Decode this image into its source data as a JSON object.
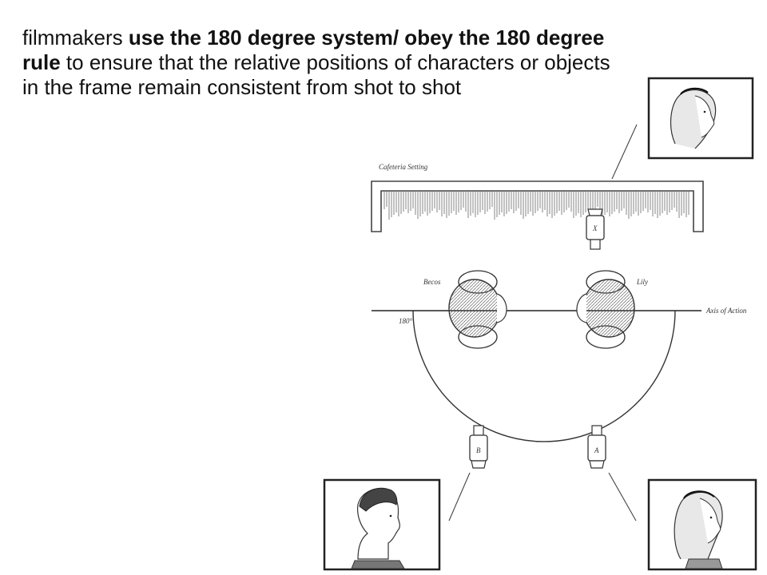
{
  "caption": {
    "part1": "filmmakers ",
    "bold": "use the 180 degree system/ obey the 180 degree rule",
    "part2": " to ensure that the relative positions of characters or objects in the frame remain consistent from shot to shot"
  },
  "diagram": {
    "setting_label": "Cafeteria Setting",
    "character_left": "Becos",
    "character_right": "Lily",
    "axis_label": "Axis of Action",
    "angle_label": "180°",
    "camera_x": "X",
    "camera_b": "B",
    "camera_a": "A"
  }
}
